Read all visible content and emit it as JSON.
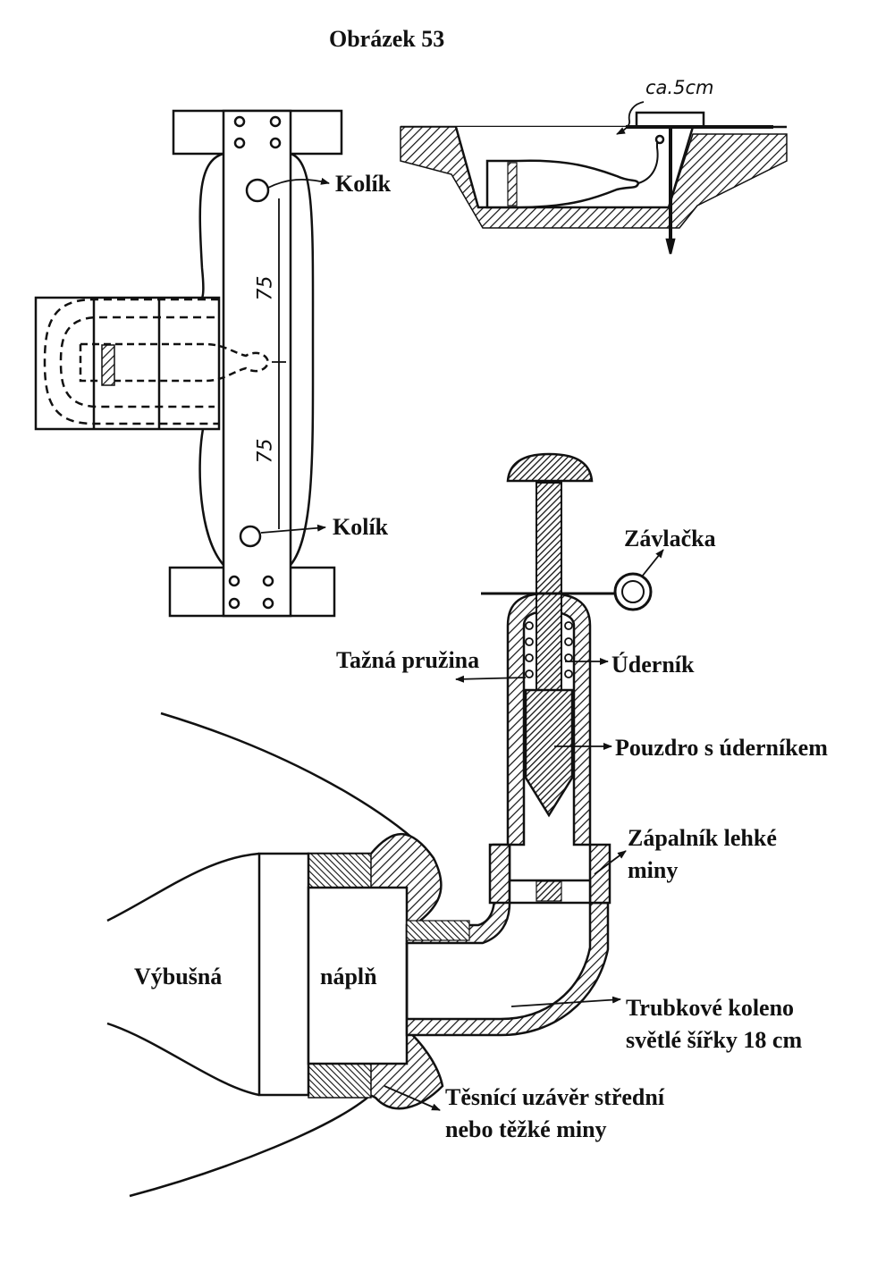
{
  "figure": {
    "title": "Obrázek 53"
  },
  "top_view": {
    "pin_top": "Kolík",
    "pin_bottom": "Kolík",
    "dim_upper": "75",
    "dim_lower": "75"
  },
  "section_view": {
    "depth_note": "ca.5cm"
  },
  "detail": {
    "cotter_pin": "Závlačka",
    "tension_spring": "Tažná pružina",
    "striker": "Úderník",
    "striker_housing": "Pouzdro s úderníkem",
    "igniter_line1": "Zápalník lehké",
    "igniter_line2": "miny",
    "charge_word1": "Výbušná",
    "charge_word2": "náplň",
    "elbow_line1": "Trubkové koleno",
    "elbow_line2": "světlé šířky 18 cm",
    "seal_line1": "Těsnící uzávěr střední",
    "seal_line2": "nebo těžké miny"
  },
  "colors": {
    "ink": "#111111",
    "paper": "#ffffff"
  }
}
